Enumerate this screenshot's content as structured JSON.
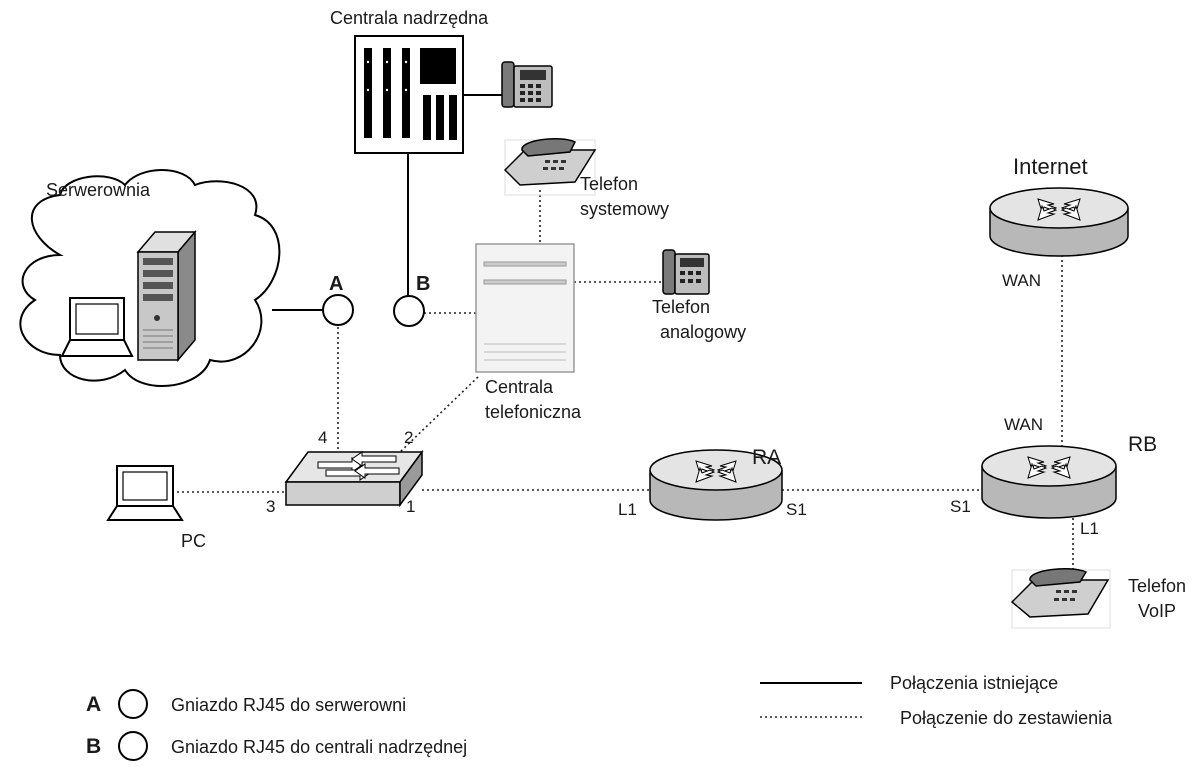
{
  "labels": {
    "central_superior": "Centrala nadrzędna",
    "server_room": "Serwerownia",
    "socket_a": "A",
    "socket_b": "B",
    "system_phone_line1": "Telefon",
    "system_phone_line2": "systemowy",
    "analog_phone_line1": "Telefon",
    "analog_phone_line2": "analogowy",
    "pbx_line1": "Centrala",
    "pbx_line2": "telefoniczna",
    "internet": "Internet",
    "wan_top": "WAN",
    "wan_bottom": "WAN",
    "router_ra": "RA",
    "router_rb": "RB",
    "pc": "PC",
    "voip_phone_line1": "Telefon",
    "voip_phone_line2": "VoIP",
    "switch_port_1": "1",
    "switch_port_2": "2",
    "switch_port_3": "3",
    "switch_port_4": "4",
    "ra_l1": "L1",
    "ra_s1": "S1",
    "rb_s1": "S1",
    "rb_l1": "L1"
  },
  "legend": {
    "a_key": "A",
    "a_text": "Gniazdo RJ45 do serwerowni",
    "b_key": "B",
    "b_text": "Gniazdo RJ45 do centrali nadrzędnej",
    "solid_text": "Połączenia istniejące",
    "dotted_text": "Połączenie do zestawienia"
  }
}
